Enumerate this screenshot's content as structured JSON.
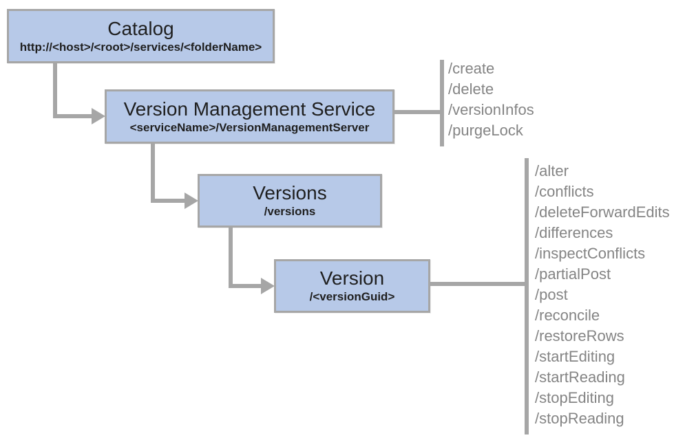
{
  "diagram": {
    "nodes": [
      {
        "id": "catalog",
        "title": "Catalog",
        "subtitle": "http://<host>/<root>/services/<folderName>"
      },
      {
        "id": "vms",
        "title": "Version Management Service",
        "subtitle": "<serviceName>/VersionManagementServer"
      },
      {
        "id": "versions",
        "title": "Versions",
        "subtitle": "/versions"
      },
      {
        "id": "version",
        "title": "Version",
        "subtitle": "/<versionGuid>"
      }
    ],
    "vms_endpoints": [
      "/create",
      "/delete",
      "/versionInfos",
      "/purgeLock"
    ],
    "version_endpoints": [
      "/alter",
      "/conflicts",
      "/deleteForwardEdits",
      "/differences",
      "/inspectConflicts",
      "/partialPost",
      "/post",
      "/reconcile",
      "/restoreRows",
      "/startEditing",
      "/startReading",
      "/stopEditing",
      "/stopReading"
    ],
    "colors": {
      "node_fill": "#b7c9e8",
      "node_border": "#a6a6a6",
      "connector": "#a6a6a6",
      "endpoint_text": "#848484",
      "node_text": "#1f1f1f",
      "background": "#ffffff"
    }
  }
}
